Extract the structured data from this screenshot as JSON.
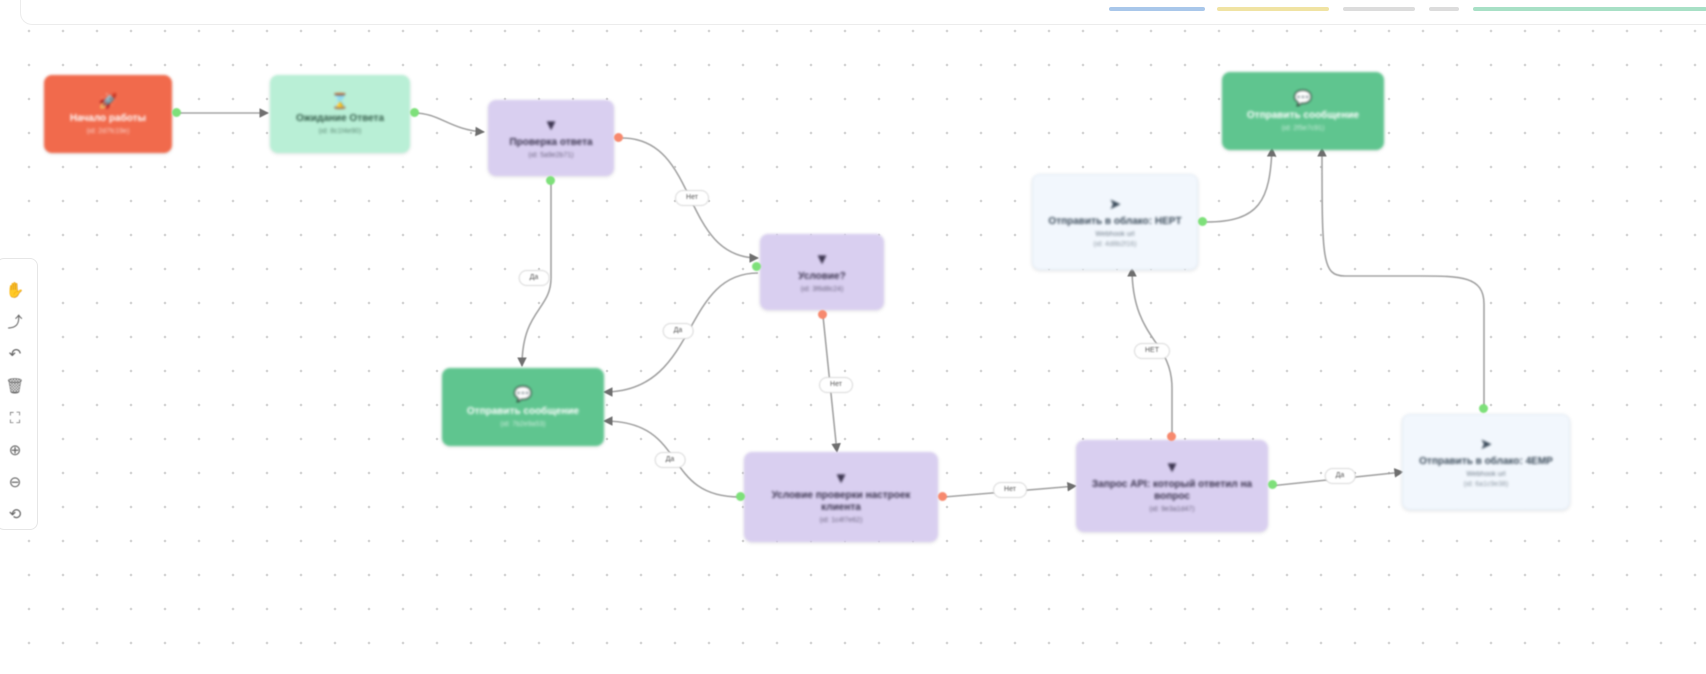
{
  "toolbar": {
    "tools": [
      {
        "name": "hand-tool-icon",
        "glyph": "✋"
      },
      {
        "name": "connect-tool-icon",
        "glyph": "⤴"
      },
      {
        "name": "undo-icon",
        "glyph": "↶"
      },
      {
        "name": "delete-icon",
        "glyph": "🗑"
      },
      {
        "name": "fit-view-icon",
        "glyph": "⛶"
      },
      {
        "name": "zoom-in-icon",
        "glyph": "⊕"
      },
      {
        "name": "zoom-out-icon",
        "glyph": "⊖"
      },
      {
        "name": "history-icon",
        "glyph": "⟲"
      }
    ]
  },
  "nodes": [
    {
      "id": "start",
      "kind": "start",
      "icon": "🚀",
      "title": "Начало работы",
      "sub": "(id: 2d7fc19e)",
      "sub2": ""
    },
    {
      "id": "input",
      "kind": "input",
      "icon": "⌛",
      "title": "Ожидание Ответа",
      "sub": "(id: 8c1f4e90)",
      "sub2": ""
    },
    {
      "id": "cond1",
      "kind": "cond",
      "icon": "▼",
      "title": "Проверка ответа",
      "sub": "(id: 5a9e2b71)",
      "sub2": ""
    },
    {
      "id": "cond2",
      "kind": "cond",
      "icon": "▼",
      "title": "Условие?",
      "sub": "(id: 3f6d8c24)",
      "sub2": ""
    },
    {
      "id": "msg1",
      "kind": "msg",
      "icon": "💬",
      "title": "Отправить сообщение",
      "sub": "(id: 7b2e9a53)",
      "sub2": ""
    },
    {
      "id": "cond3",
      "kind": "cond",
      "icon": "▼",
      "title": "Условие проверки настроек клиента",
      "sub": "(id: 1c4f7e62)",
      "sub2": ""
    },
    {
      "id": "cond4",
      "kind": "cond",
      "icon": "▼",
      "title": "Запрос API: который ответил на вопрос",
      "sub": "(id: 9e3a1d47)",
      "sub2": ""
    },
    {
      "id": "send1",
      "kind": "send",
      "icon": "➤",
      "title": "Отправить в облако: HEPT",
      "sub": "Webhook url",
      "sub2": "(id: 4d8b2f16)"
    },
    {
      "id": "send2",
      "kind": "send",
      "icon": "➤",
      "title": "Отправить в облако: 4EMP",
      "sub": "Webhook url",
      "sub2": "(id: 6a1c9e38)"
    },
    {
      "id": "msg2",
      "kind": "msg",
      "icon": "💬",
      "title": "Отправить сообщение",
      "sub": "(id: 2f5e7c91)",
      "sub2": ""
    }
  ],
  "edge_labels": [
    {
      "id": "e1",
      "text": "Нет"
    },
    {
      "id": "e2",
      "text": "Да"
    },
    {
      "id": "e3",
      "text": "Да"
    },
    {
      "id": "e4",
      "text": "Нет"
    },
    {
      "id": "e5",
      "text": "Да"
    },
    {
      "id": "e6",
      "text": "Нет"
    },
    {
      "id": "e7",
      "text": "НЕТ"
    },
    {
      "id": "e8",
      "text": "Да"
    }
  ],
  "colors": {
    "start": "#f16a4c",
    "input": "#b9efd6",
    "condition": "#d9cff0",
    "message": "#5fc58f",
    "send": "#f2f7fd",
    "handle_success": "#7ee07a",
    "handle_fail": "#f7896e",
    "edge": "#9a9a9a"
  }
}
